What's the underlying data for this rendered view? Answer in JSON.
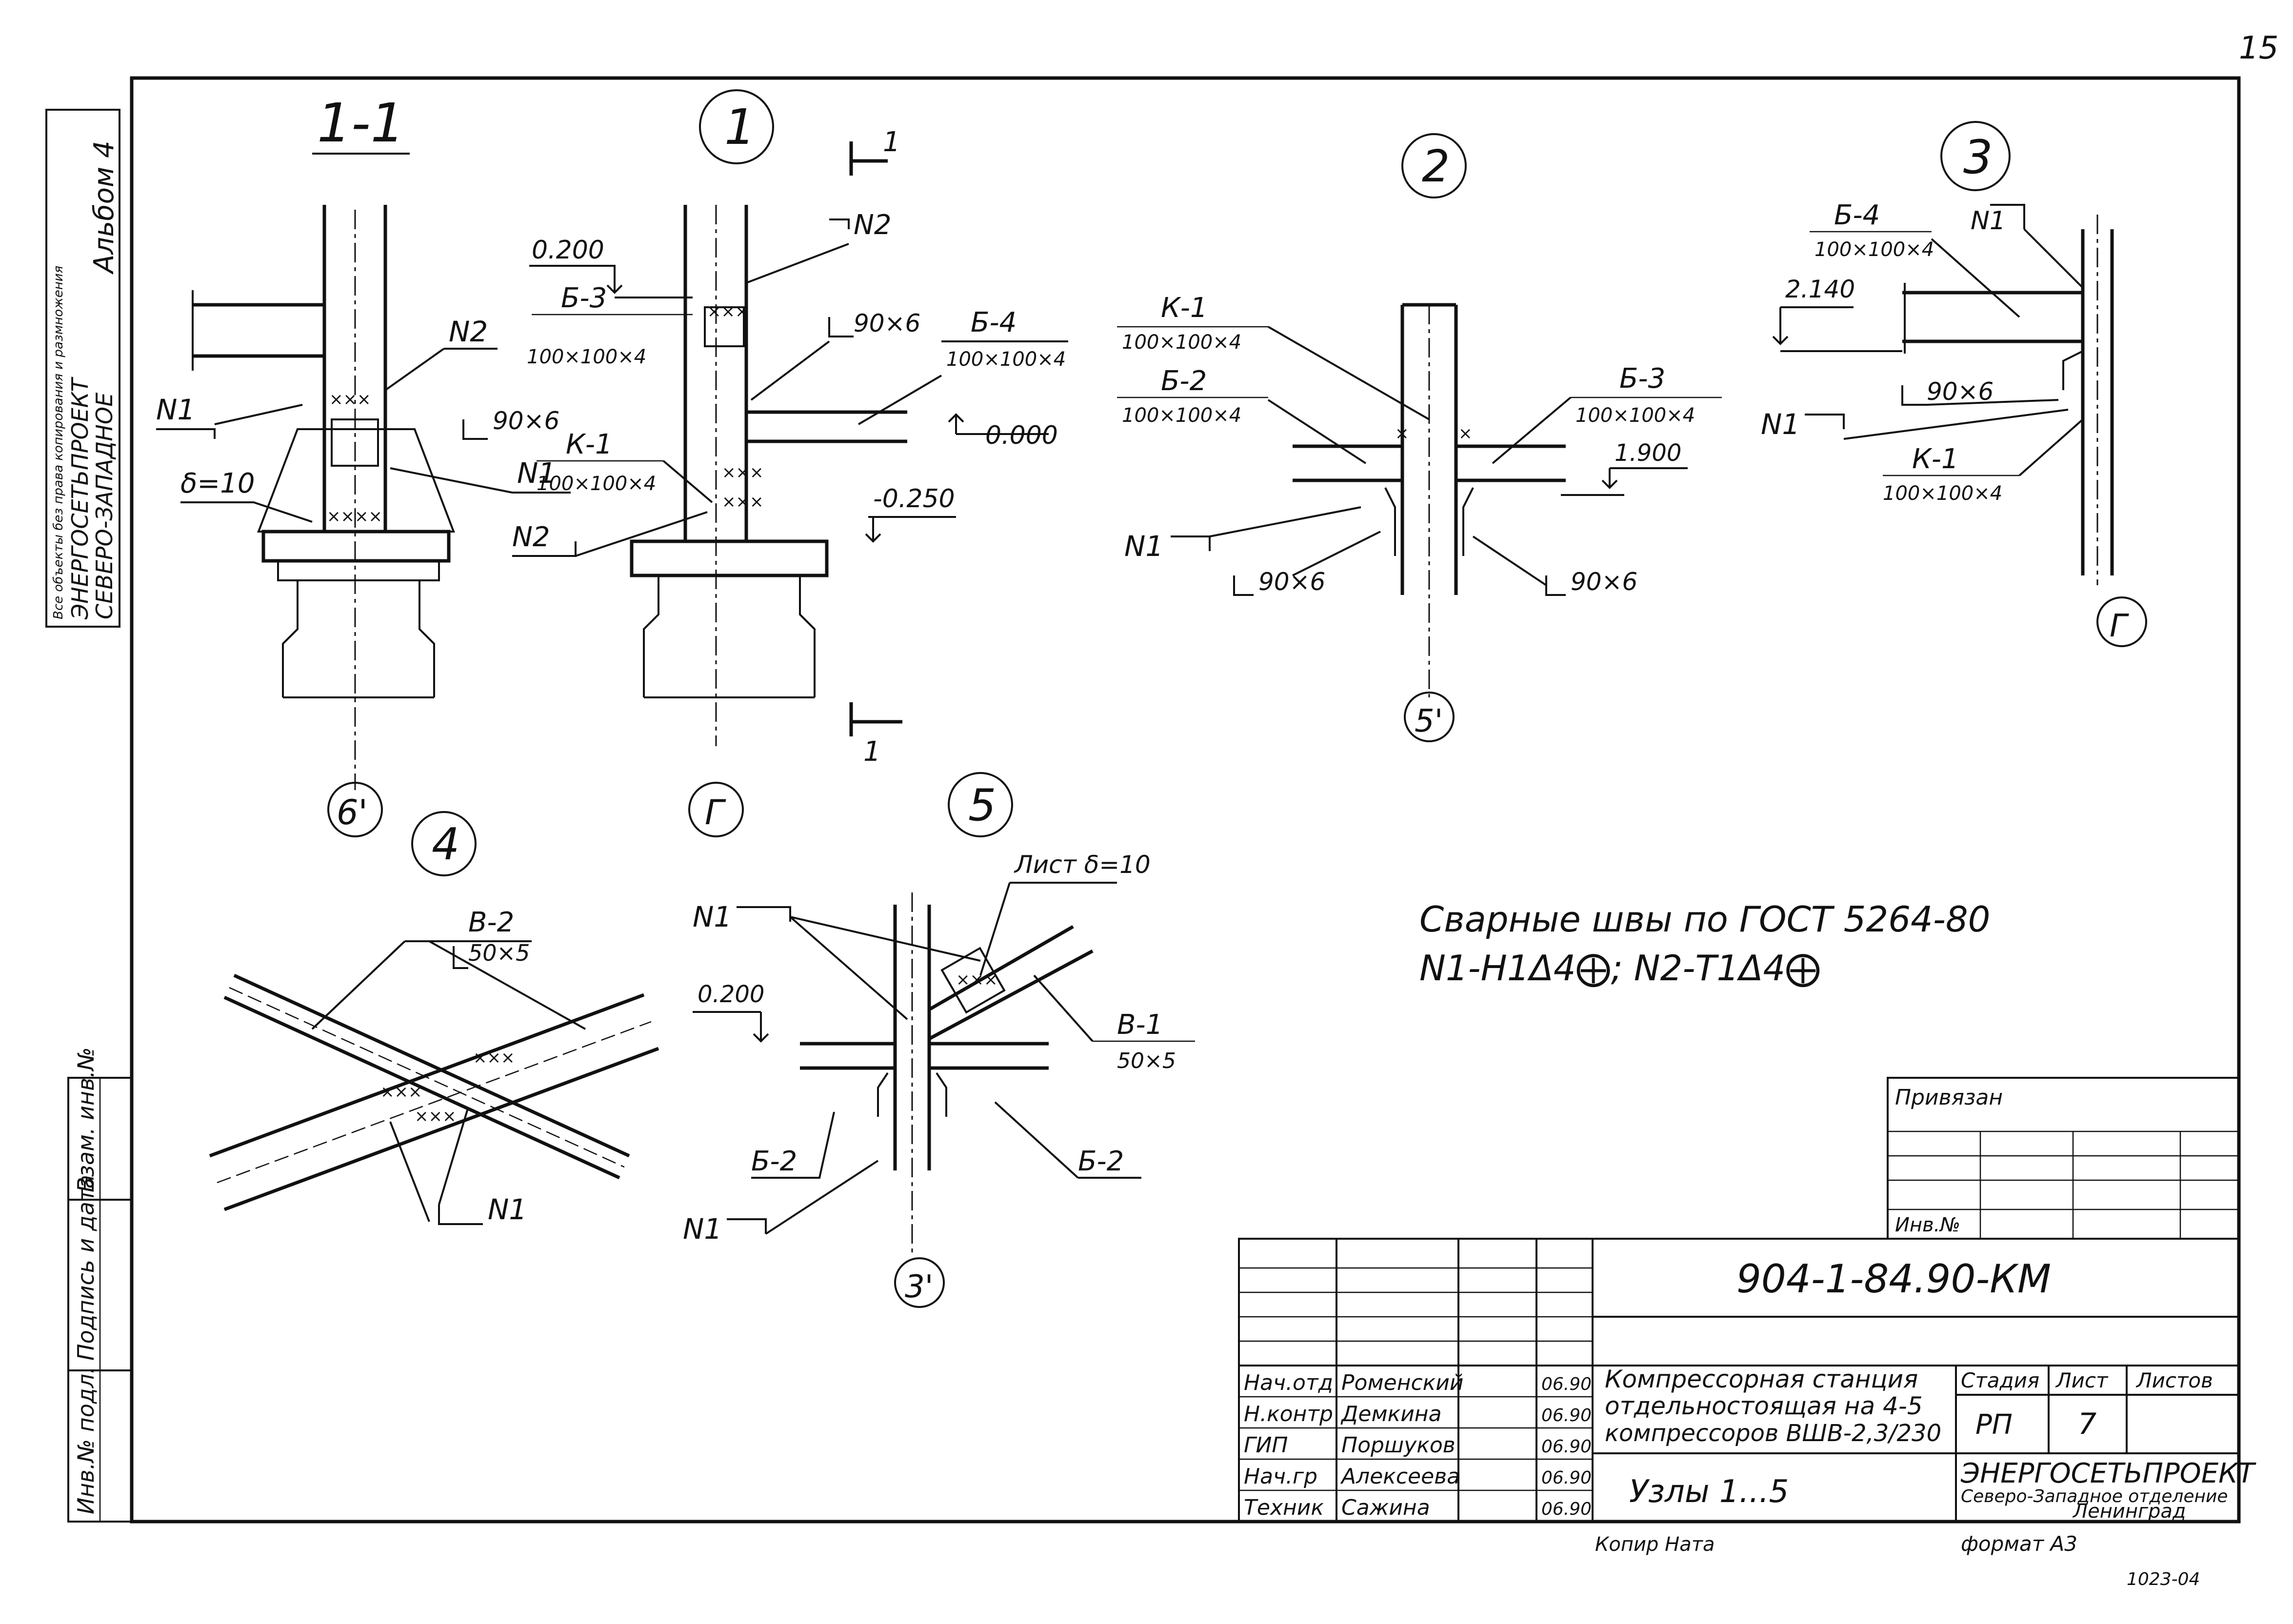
{
  "sheet_number": "15",
  "stamp": {
    "line1": "Все объекты без права копирования и размножения",
    "line2": "ЭНЕРГОСЕТЬПРОЕКТ",
    "line3": "СЕВЕРО-ЗАПАДНОЕ",
    "album": "Альбом 4"
  },
  "side_strip": {
    "row1": "Взам. инв.№",
    "row2": "Подпись и дата",
    "row3": "Инв.№ подл."
  },
  "section": {
    "title": "1-1"
  },
  "nodes": {
    "n1": "1",
    "n2": "2",
    "n3": "3",
    "n4": "4",
    "n5": "5"
  },
  "axes": {
    "a1": "6'",
    "a2": "Г",
    "a3": "5'",
    "a4": "Г",
    "a5": "3'"
  },
  "labels": {
    "cut_mark": "1",
    "elev_0200": "0.200",
    "elev_0000": "0.000",
    "elev_m0250": "-0.250",
    "elev_1900": "1.900",
    "elev_2140": "2.140",
    "elev_0200_b": "0.200",
    "N1": "N1",
    "N2": "N2",
    "b3": "Б-3",
    "b3_size": "100×100×4",
    "b4": "Б-4",
    "b4_size": "100×100×4",
    "k1": "К-1",
    "k1_size": "100×100×4",
    "b2": "Б-2",
    "b2_size": "100×100×4",
    "angle_90x6": "90×6",
    "angle_50x5": "50×5",
    "delta10": "δ=10",
    "v2": "В-2",
    "v1": "В-1",
    "list_d10": "Лист δ=10"
  },
  "notes": {
    "line1": "Сварные швы по ГОСТ 5264-80",
    "line2": "N1-Н1Δ4⨁; N2-Т1Δ4⨁"
  },
  "title_block": {
    "privyazan": "Привязан",
    "inv_no": "Инв.№",
    "code": "904-1-84.90-КМ",
    "project_line1": "Компрессорная станция",
    "project_line2": "отдельностоящая на 4-5",
    "project_line3": "компрессоров ВШВ-2,3/230",
    "sheet_title": "Узлы 1...5",
    "stage_hdr": "Стадия",
    "sheet_hdr": "Лист",
    "sheets_hdr": "Листов",
    "stage": "РП",
    "sheet": "7",
    "sheets": "",
    "org1": "ЭНЕРГОСЕТЬПРОЕКТ",
    "org2": "Северо-Западное отделение",
    "org3": "Ленинград",
    "copied": "Копир Ната",
    "format": "формат А3",
    "doc_no": "1023-04",
    "people": [
      {
        "role": "Нач.отд",
        "name": "Роменский",
        "date": "06.90"
      },
      {
        "role": "Н.контр",
        "name": "Демкина",
        "date": "06.90"
      },
      {
        "role": "ГИП",
        "name": "Поршуков",
        "date": "06.90"
      },
      {
        "role": "Нач.гр",
        "name": "Алексеева",
        "date": "06.90"
      },
      {
        "role": "Техник",
        "name": "Сажина",
        "date": "06.90"
      }
    ]
  }
}
